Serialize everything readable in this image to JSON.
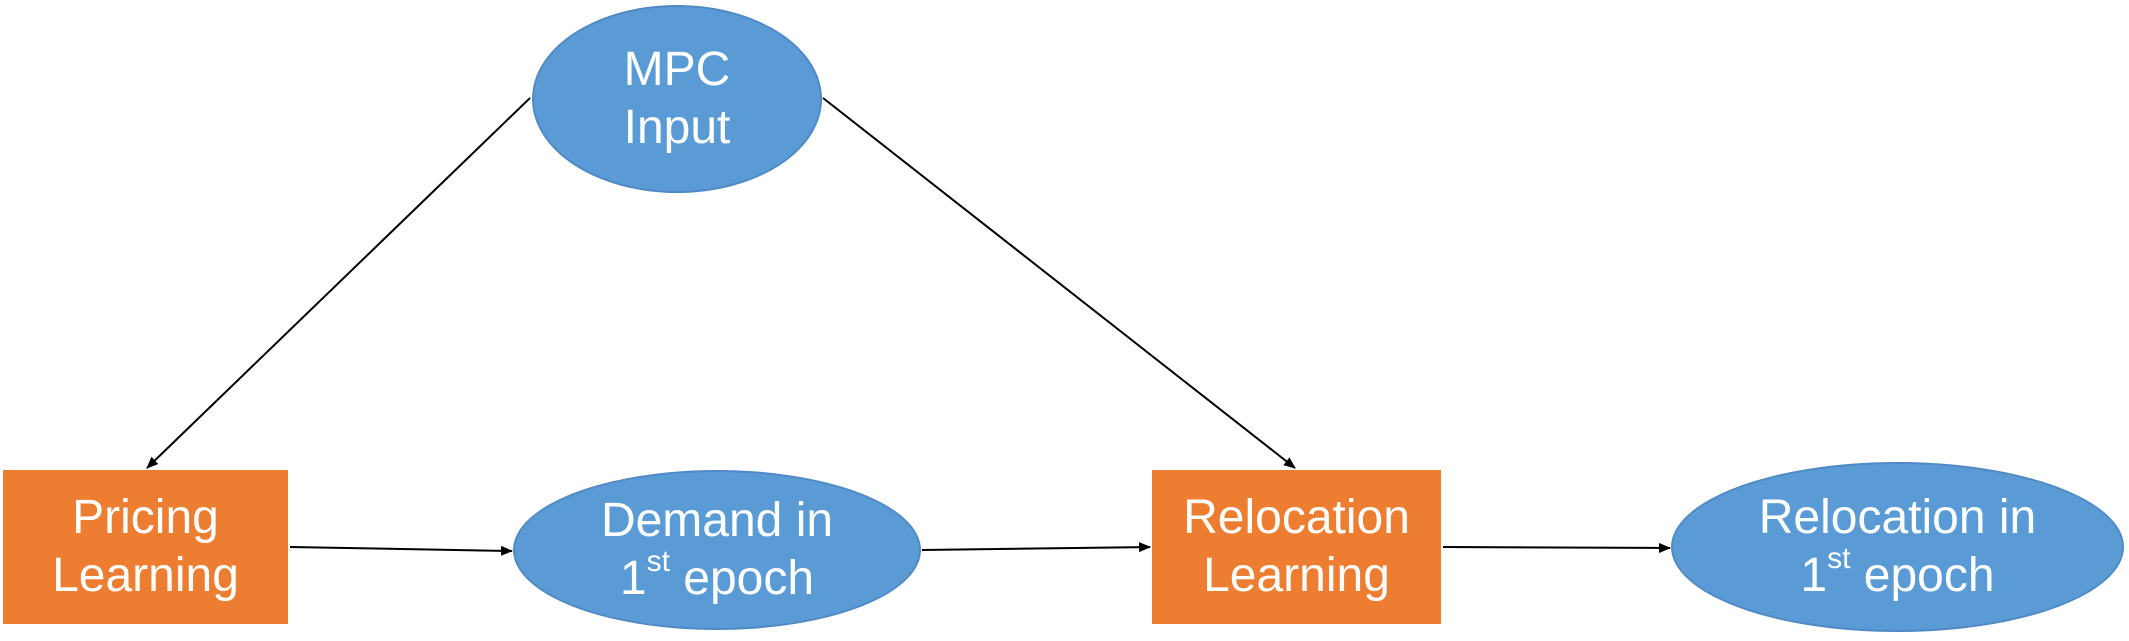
{
  "nodes": {
    "mpc_input": {
      "line1": "MPC",
      "line2": "Input"
    },
    "pricing_learning": {
      "line1": "Pricing",
      "line2": "Learning"
    },
    "demand_epoch": {
      "line1": "Demand in",
      "line2_num": "1",
      "line2_sup": "st",
      "line2_rest": " epoch"
    },
    "relocation_learning": {
      "line1": "Relocation",
      "line2": "Learning"
    },
    "relocation_epoch": {
      "line1": "Relocation in",
      "line2_num": "1",
      "line2_sup": "st",
      "line2_rest": " epoch"
    }
  },
  "colors": {
    "ellipse_fill": "#5b9bd5",
    "rect_fill": "#ed7d31",
    "text": "#ffffff",
    "arrow": "#000000"
  }
}
